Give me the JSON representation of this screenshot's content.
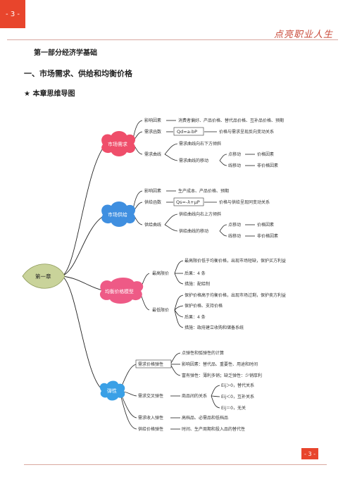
{
  "page": {
    "number_top": "- 3 -",
    "number_bottom": "- 3 -",
    "brand": "点亮职业人生"
  },
  "headings": {
    "part": "第一部分经济学基础",
    "chapter": "一、市场需求、供给和均衡价格",
    "mindmap": "★  本章思维导图"
  },
  "root": "第一章",
  "demand": {
    "title": "市场需求",
    "factors_label": "影响因素",
    "factors_text": "消费者偏好、产品价格、替代品价格、互补品价格、预期",
    "func_label": "需求函数",
    "func_formula": "Qd=a-bP",
    "func_note": "价格与需求呈现反向变动关系",
    "curve_label": "需求曲线",
    "curve_slope": "需求曲线向右下方倾斜",
    "curve_move": "需求曲线的移动",
    "point_move": "点移动",
    "point_move_note": "价格因素",
    "line_move": "线移动",
    "line_move_note": "非价格因素"
  },
  "supply": {
    "title": "市场供给",
    "factors_label": "影响因素",
    "factors_text": "生产成本、产品价格、预期",
    "func_label": "供给函数",
    "func_formula": "Qs=-λ+μP",
    "func_note": "价格与供给呈现同变动关系",
    "curve_label": "供给曲线",
    "curve_slope": "供给曲线向右上方倾斜",
    "curve_move": "供给曲线的移动",
    "point_move": "点移动",
    "point_move_note": "价格因素",
    "line_move": "线移动",
    "line_move_note": "非价格因素"
  },
  "equilibrium": {
    "title": "均衡价格模型",
    "max_label": "最高限价",
    "max_def": "最高限价低于均衡价格，出现市场短缺，保护买方利益",
    "max_ex": "后果：4 条",
    "max_measure": "措施：配给制",
    "min_label": "最低限价",
    "min_def": "保护价格高于均衡价格，出现市场过剩，保护卖方利益",
    "min_aka": "保护价格、支持价格",
    "min_ex": "后果：4 条",
    "min_measure": "措施：政府建立收购和储备系统"
  },
  "elasticity": {
    "title": "弹性",
    "price_label": "需求价格弹性",
    "price_a": "点弹性和弧弹性的计算",
    "price_b": "影响因素：替代品、重要性、用途和时间",
    "price_c": "富有弹性：薄利多销；缺乏弹性：少销厚利",
    "cross_label": "需求交叉弹性",
    "cross_rel": "商品间的关系",
    "cross_a": "Eij＞0，替代关系",
    "cross_b": "Eij＜0，互补关系",
    "cross_c": "Eij＝0，无关",
    "income_label": "需求收入弹性",
    "income_text": "高档品、必需品和低档品",
    "supply_label": "供给价格弹性",
    "supply_text": "时间、生产周期和投入品的替代性"
  },
  "colors": {
    "accent": "#e8452c",
    "demand_cloud": "#ef4e6a",
    "supply_cloud": "#3f8fe0",
    "equilibrium_cloud": "#ee5a86",
    "elasticity_cloud": "#3aa0e6",
    "root_leaf": "#c9d39a"
  }
}
